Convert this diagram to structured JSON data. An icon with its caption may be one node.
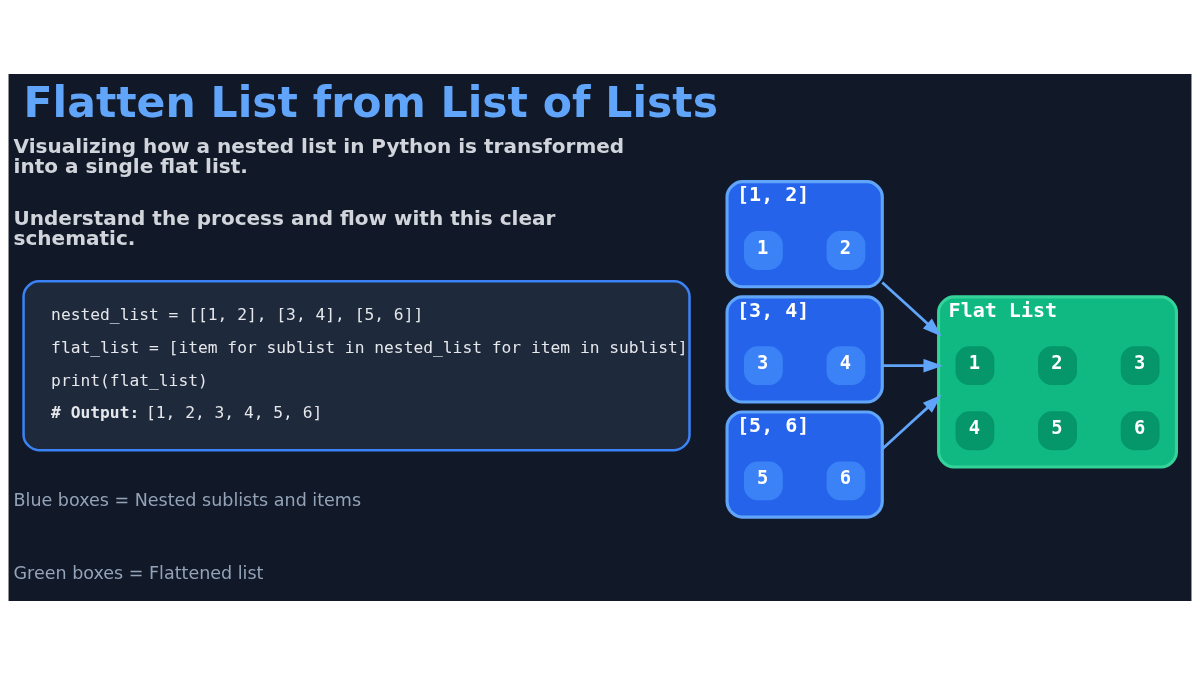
{
  "diagram": {
    "title": "Flatten List from List of Lists",
    "nodes": [
      {
        "text": [
          "nested_list = [[1, 2], [3, 4], [5, 6]]",
          "flat_list = [item for sublist in nested_list for item in sublist]",
          "print(flat_list)",
          "**# Output:** [1, 2, 3, 4, 5, 6]"
        ]
      },
      {
        "text": [
          "[1, 2]"
        ]
      },
      {
        "text": [
          "1"
        ],
        "in": 1
      },
      {
        "text": [
          "2"
        ],
        "in": 1
      },
      {
        "text": [
          "[3, 4]"
        ]
      },
      {
        "text": [
          "3"
        ],
        "in": 4
      },
      {
        "text": [
          "4"
        ],
        "in": 4
      },
      {
        "text": [
          "[5, 6]"
        ]
      },
      {
        "text": [
          "5"
        ],
        "in": 7
      },
      {
        "text": [
          "6"
        ],
        "in": 7
      },
      {
        "text": [
          "Flat List"
        ]
      },
      {
        "text": [
          "1"
        ],
        "in": 10
      },
      {
        "text": [
          "2"
        ],
        "in": 10
      },
      {
        "text": [
          "3"
        ],
        "in": 10
      },
      {
        "text": [
          "4"
        ],
        "in": 10
      },
      {
        "text": [
          "5"
        ],
        "in": 10
      },
      {
        "text": [
          "6"
        ],
        "in": 10
      }
    ],
    "edges": [
      {
        "from": 1,
        "to": 10,
        "arrow": "to"
      },
      {
        "from": 4,
        "to": 10,
        "arrow": "to"
      },
      {
        "from": 7,
        "to": 10,
        "arrow": "to"
      }
    ],
    "labels": [
      "Visualizing how a nested list in Python is transformed into a single flat list.",
      "Understand the process and flow with this clear schematic.",
      "Blue boxes = Nested sublists and items",
      "Green boxes = Flattened list"
    ]
  }
}
